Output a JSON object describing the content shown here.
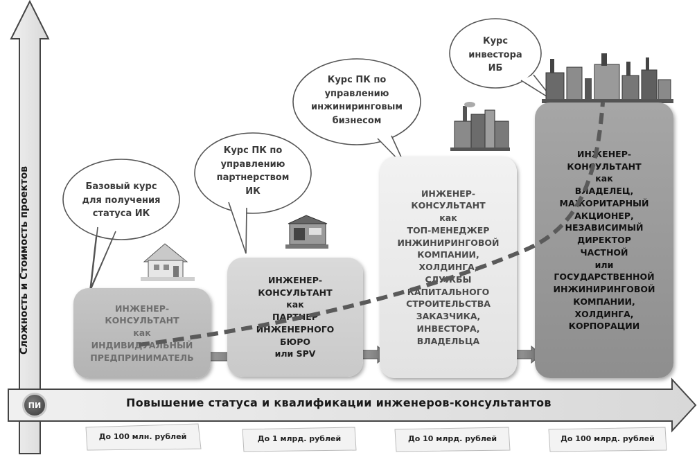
{
  "axes": {
    "y_label": "Сложность и Стоимость проектов",
    "x_label": "Повышение статуса и квалификации инженеров-консультантов",
    "origin_badge": "ПИ"
  },
  "stages": [
    {
      "lines": [
        "ИНЖЕНЕР-",
        "КОНСУЛЬТАНТ",
        "как",
        "ИНДИВИДУАЛЬНЫЙ",
        "ПРЕДПРИНИМАТЕЛЬ"
      ],
      "course_lines": [
        "Базовый курс",
        "для получения",
        "статуса ИК"
      ],
      "cost": "До 100 млн. рублей",
      "icon": "house-icon"
    },
    {
      "lines": [
        "ИНЖЕНЕР-",
        "КОНСУЛЬТАНТ",
        "как",
        "ПАРТНЕР",
        "ИНЖЕНЕРНОГО",
        "БЮРО",
        "или SPV"
      ],
      "course_lines": [
        "Курс ПК по",
        "управлению",
        "партнерством",
        "ИК"
      ],
      "cost": "До 1 млрд. рублей",
      "icon": "building-icon"
    },
    {
      "lines": [
        "ИНЖЕНЕР-",
        "КОНСУЛЬТАНТ",
        "как",
        "ТОП-МЕНЕДЖЕР",
        "ИНЖИНИРИНГОВОЙ",
        "КОМПАНИИ,",
        "ХОЛДИНГА,",
        "СЛУЖБЫ",
        "КАПИТАЛЬНОГО",
        "СТРОИТЕЛЬСТВА",
        "ЗАКАЗЧИКА,",
        "ИНВЕСТОРА,",
        "ВЛАДЕЛЬЦА"
      ],
      "course_lines": [
        "Курс ПК по",
        "управлению",
        "инжиниринговым",
        "бизнесом"
      ],
      "cost": "До 10 млрд. рублей",
      "icon": "factory-icon"
    },
    {
      "lines": [
        "ИНЖЕНЕР-",
        "КОНСУЛЬТАНТ",
        "как",
        "ВЛАДЕЛЕЦ,",
        "МАЖОРИТАРНЫЙ",
        "АКЦИОНЕР,",
        "НЕЗАВИСИМЫЙ",
        "ДИРЕКТОР",
        "ЧАСТНОЙ",
        "или",
        "ГОСУДАРСТВЕННОЙ",
        "ИНЖИНИРИНГОВОЙ",
        "КОМПАНИИ,",
        "ХОЛДИНГА,",
        "КОРПОРАЦИИ"
      ],
      "course_lines": [
        "Курс",
        "инвестора",
        "ИБ"
      ],
      "cost": "До 100 млрд. рублей",
      "icon": "industrial-complex-icon"
    }
  ],
  "colors": {
    "box1": "#bdbdbd",
    "box2": "#d2d2d2",
    "box3": "#ececec",
    "box4": "#9e9e9e",
    "arrow": "#8c8c8c",
    "dashed_curve": "#5a5a5a"
  }
}
